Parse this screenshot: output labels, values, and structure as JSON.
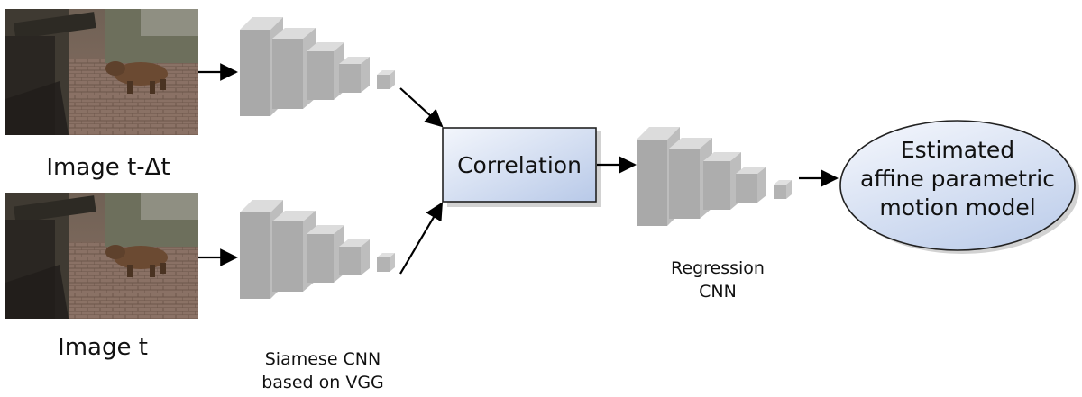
{
  "inputs": {
    "image_prev_label": "Image t-Δt",
    "image_curr_label": "Image t"
  },
  "siamese": {
    "label_line1": "Siamese CNN",
    "label_line2": "based on VGG"
  },
  "correlation": {
    "label": "Correlation"
  },
  "regression": {
    "label_line1": "Regression",
    "label_line2": "CNN"
  },
  "output": {
    "line1": "Estimated",
    "line2": "affine parametric",
    "line3": "motion model"
  },
  "colors": {
    "box_fill_start": "#f3f6fc",
    "box_fill_end": "#b8c9e8",
    "ellipse_fill_start": "#f3f6fc",
    "ellipse_fill_end": "#c2d1ec",
    "cnn_front": "#a8a8a8",
    "cnn_top": "#d9d9d9",
    "cnn_side": "#bdbdbd",
    "arrow": "#000000"
  },
  "icons": {
    "input_image": "bear-photo-icon"
  }
}
